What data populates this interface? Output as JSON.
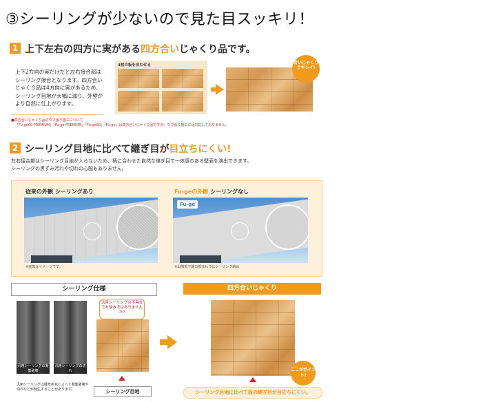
{
  "page": {
    "main_title": "③シーリングが少ないので見た目スッキリ！"
  },
  "section1": {
    "number": "1",
    "title_pre": "上下左右の四方に実がある",
    "title_hl": "四方合い",
    "title_post": "じゃくり品です。",
    "body": "上下2方向の実だけだと左右接合部はシーリング接合となります。四方合いじゃくり品は4方向に実があるため、シーリング目地が大幅に減り、外壁がより自然に仕上がります。",
    "panel_label": "4枚の板を合わせる",
    "badge": "合いじゃくりでキレイ!",
    "note_line1": "■四方合いじゃくり品のウマ張り施工について",
    "note_line2": "「Fu-ge60 PREMIUM」「Fu-ge PREMIUM」「Fu-ge60」「Fu-ge」は四方合いじゃくり品ですが、ウマ張り施工には対応しておりません。"
  },
  "section2": {
    "number": "2",
    "title_pre": "シーリング目地に比べて継ぎ目が",
    "title_hl": "目立ちにくい!",
    "body_line1": "左右接合部はシーリング目地が入らないため、柄に合わせた自然な継ぎ目で一体感のある壁面を演出できます。",
    "body_line2": "シーリングの黒ずみ汚れや切れの心配もありません。",
    "photo_left_title": "従来の外観 シーリングあり",
    "photo_right_title_hl": "Fu-geの外観",
    "photo_right_title_post": " シーリングなし",
    "fuge_logo": "Fu-ge",
    "photo_left_note": "※画像はイメージです。",
    "photo_right_note": "※出隅部や開口部まわりはシーリング納め"
  },
  "bottom": {
    "left_header": "シーリング仕様",
    "right_header": "四方合いじゃくり",
    "seal_photo1_label": "汎用シーリングの凝集破壊",
    "seal_photo2_label": "汎用シーリングの切れ",
    "seal_note": "汎用シーリングは経年劣化によって凝集破壊や切れなどが発生することがあります。",
    "bubble": "汎用シーリングの不具合でお悩みではありませんか?",
    "seal_joint_label": "シーリング目地",
    "point_badge": "ここがポイント!",
    "bottom_banner": "シーリング目地に比べて板の継ぎ目が目立ちにくい。"
  },
  "colors": {
    "accent": "#f29a1e",
    "panel_bg": "#fdf1dc",
    "note_red": "#d2262a"
  }
}
